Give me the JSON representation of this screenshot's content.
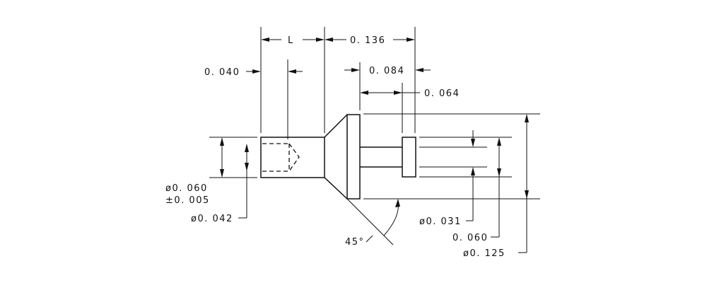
{
  "drawing": {
    "background": "#ffffff",
    "line_color": "#111111",
    "dimensions": {
      "length": "L",
      "overall": "0. 136",
      "hidden_depth": "0. 040",
      "head_to_shoulder": "0. 084",
      "shoulder_width": "0. 064",
      "shank_diameter": "ø0. 060",
      "shank_tolerance": "±0. 005",
      "bore_diameter": "ø0. 042",
      "chamfer_angle": "45°",
      "pin_diameter": "ø0. 031",
      "shoulder_diameter": "0. 060",
      "head_diameter": "ø0. 125"
    }
  }
}
